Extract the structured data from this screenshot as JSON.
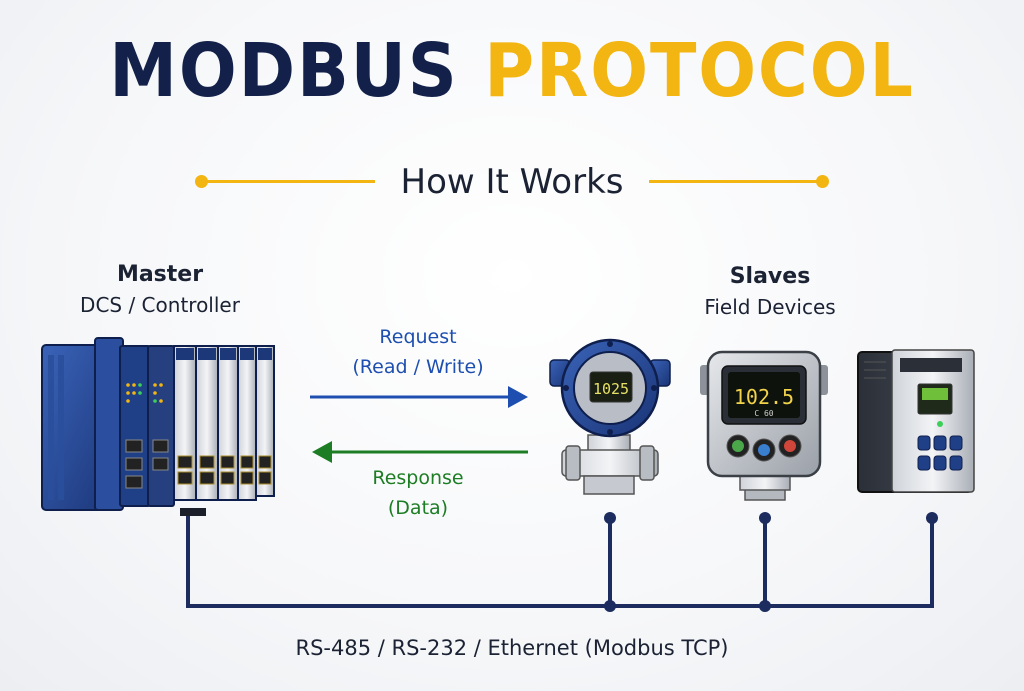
{
  "title": {
    "word1": "MODBUS",
    "word2": "PROTOCOL"
  },
  "subtitle": "How It Works",
  "master": {
    "heading": "Master",
    "subheading": "DCS / Controller"
  },
  "slaves": {
    "heading": "Slaves",
    "subheading": "Field Devices"
  },
  "request": {
    "line1": "Request",
    "line2": "(Read / Write)"
  },
  "response": {
    "line1": "Response",
    "line2": "(Data)"
  },
  "devices": {
    "transmitter_display": "1025",
    "meter_display": "102.5",
    "meter_sub": "C 60"
  },
  "bus": {
    "label": "RS-485 / RS-232 / Ethernet (Modbus TCP)"
  },
  "colors": {
    "navy": "#13214a",
    "gold": "#f2b511",
    "request_blue": "#1e4fb0",
    "response_green": "#1d7d24",
    "bus_line": "#1c2c5e"
  }
}
